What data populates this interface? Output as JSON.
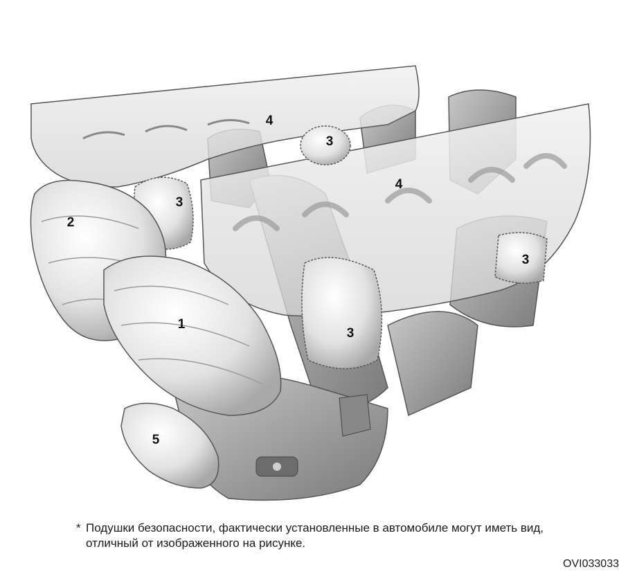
{
  "diagram": {
    "callouts": [
      {
        "key": "driver_front",
        "label": "1"
      },
      {
        "key": "passenger_front",
        "label": "2"
      },
      {
        "key": "side_left",
        "label": "3"
      },
      {
        "key": "side_top",
        "label": "3"
      },
      {
        "key": "side_center",
        "label": "3"
      },
      {
        "key": "side_right",
        "label": "3"
      },
      {
        "key": "curtain_rear",
        "label": "4"
      },
      {
        "key": "curtain_front",
        "label": "4"
      },
      {
        "key": "knee",
        "label": "5"
      }
    ]
  },
  "footnote": {
    "marker": "*",
    "text": "Подушки безопасности, фактически установленные в автомобиле могут иметь вид, отличный от изображенного на рисунке."
  },
  "figure_code": "OVI033033"
}
